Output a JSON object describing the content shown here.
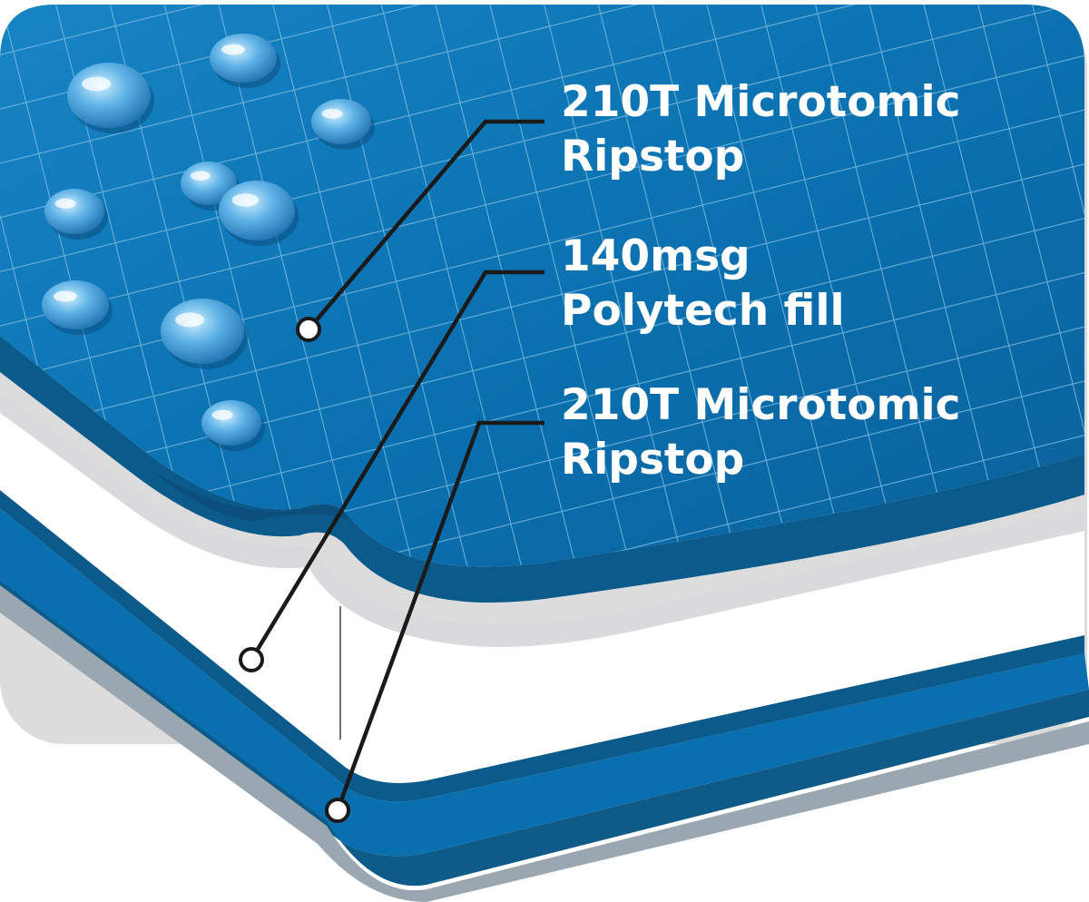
{
  "colors": {
    "fabric_blue": "#0a76b5",
    "fabric_dark": "#0b5a8c",
    "fill_white": "#ffffff",
    "fill_grey": "#d9dadb",
    "background_grey": "#dcdcdc",
    "leader_line": "#1a1a1a",
    "label_text": "#ffffff"
  },
  "labels": [
    {
      "line1": "210T Microtomic",
      "line2": "Ripstop"
    },
    {
      "line1": "140msg",
      "line2": "Polytech fill"
    },
    {
      "line1": "210T Microtomic",
      "line2": "Ripstop"
    }
  ],
  "icons": {
    "droplet": "water-droplet-icon",
    "callout": "callout-dot-icon"
  }
}
